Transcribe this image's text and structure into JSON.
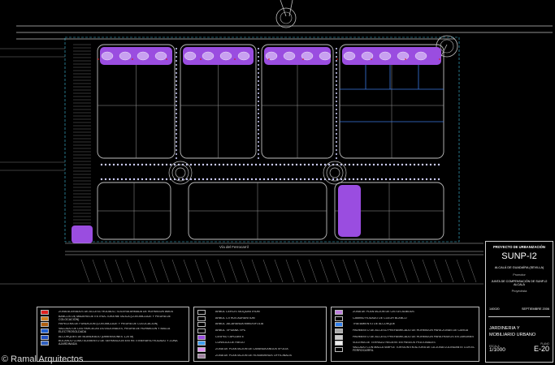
{
  "plan": {
    "street_label": "Vía del Ferrocarril",
    "colors": {
      "road": "#bfbfbf",
      "plot": "#9b9b9b",
      "lavender": "#9a4de0",
      "blue": "#3a78e0",
      "red": "#e01010",
      "cyan": "#40c0e0"
    }
  },
  "legend1": [
    {
      "swatch": "#e02020",
      "text": "ZONA ACERADOS DE ACCESO RODADO, SOLERÍA ARMADA DE HORMIGÓN 8MGS"
    },
    {
      "swatch": "#d08020",
      "text": "BANCOS DE MADERA DE ESTRUCTURA METÁLICA (CON ANCLAJE Y PIEDRA DE COLOCACIÓN)"
    },
    {
      "swatch": "#b06010",
      "text": "PAPELERA DE FUNDICIÓN (CON ANCLAJE Y PIEDRA DE COLOCACIÓN)"
    },
    {
      "swatch": "#2060d0",
      "text": "VALLADO DE LAS PARCELAS DOTACIONALES, PIEDRA DE HORMIGÓN Y MALLA ELECTROSOLDADA"
    },
    {
      "swatch": "#2050c0",
      "text": "ALCORQUES DE BLANDEADO (DIMENSIONES 1,20 M)"
    },
    {
      "swatch": "#3060c0",
      "text": "BOLARDO COMO ELEMENTO DE SEPARACIÓN ENTRE ITINERARIO RODADO Y ZONA AJARDINADA"
    }
  ],
  "legend2": [
    {
      "swatch": "#000",
      "text": "ÁRBOL CERCIS SILIQUASTRUM"
    },
    {
      "swatch": "#000",
      "text": "ÁRBOL CITRUS AURANTIUM"
    },
    {
      "swatch": "#000",
      "text": "ÁRBOL JACARANDA MIMOSIFOLIA"
    },
    {
      "swatch": "#000",
      "text": "ÁRBOL TIPUANA TIPU"
    },
    {
      "swatch": "#9a4de0",
      "text": "CÉSPED TAPIZANTE"
    },
    {
      "swatch": "#40a0f0",
      "text": "CONSOLA DE RIEGO"
    },
    {
      "swatch": "#e090f0",
      "text": "ZONA DE PLANTACIÓN DE LAVANDA ANGUSTIFOLIA"
    },
    {
      "swatch": "#a080a0",
      "text": "ZONA DE PLANTACIÓN DE ROSMARINUS OFFICINALIS"
    }
  ],
  "legend3": [
    {
      "swatch": "#c080e0",
      "text": "ZONA DE PLANTACIÓN DE CISTUS ALBIDUS"
    },
    {
      "swatch": "#000",
      "text": "CAMINO RODADO DE COLOR BLANCO"
    },
    {
      "swatch": "#3080f0",
      "text": "TRATAMIENTO DE ALCORQUE"
    },
    {
      "swatch": "#aaa",
      "text": "PAVIMENTO DE ACCESO PREFABRICADO DE HORMIGÓN PARA ZONAS DE CARGA"
    },
    {
      "swatch": "#ccc",
      "text": "PAVIMENTO DE ACCESO PREFABRICADO DE HORMIGÓN PARA PASEOS EN JARDINES"
    },
    {
      "swatch": "#eee",
      "text": "SOLERÍA DE TERRAZO RELIEVE EN PASEOS PEATONALES"
    },
    {
      "swatch": "#000",
      "text": "VALLADO CON MALLA SIMPLE TORSIÓN EN ALTURA DE LA ZONA COLINDANTE CON EL FERROCARRIL"
    }
  ],
  "title_block": {
    "header": "PROYECTO DE URBANIZACIÓN",
    "code": "SUNP-I2",
    "location": "ALCALÁ DE GUADAÍRA (SEVILLA)",
    "promotor_label": "Promotor",
    "promotor": "JUNTA DE COMPENSACIÓN DE SUNP-I2 ALCALÁ",
    "proyectista_label": "Proyectista",
    "ref": "140020",
    "date": "SEPTIEMBRE 2006",
    "sheet_title_1": "JARDINERIA Y",
    "sheet_title_2": "MOBILIARIO URBANO",
    "scale_label": "ESCALA",
    "scale": "1/1000",
    "plan_label": "PLANO",
    "plan_no": "E-20"
  },
  "watermark": "© Ramal Arquitectos"
}
